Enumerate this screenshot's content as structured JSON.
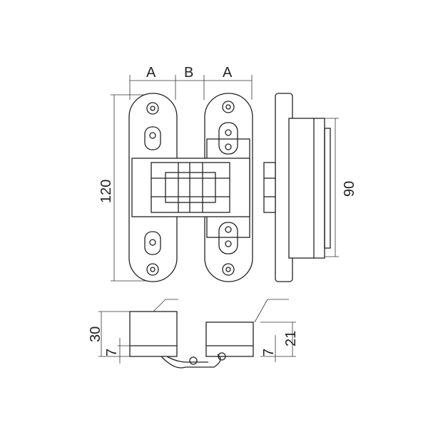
{
  "labels": {
    "dim_a_left": "A",
    "dim_b": "B",
    "dim_a_right": "A",
    "height_total": "120",
    "height_side": "90",
    "depth_left": "30",
    "offset_left": "7",
    "offset_right": "7",
    "depth_right": "21"
  }
}
